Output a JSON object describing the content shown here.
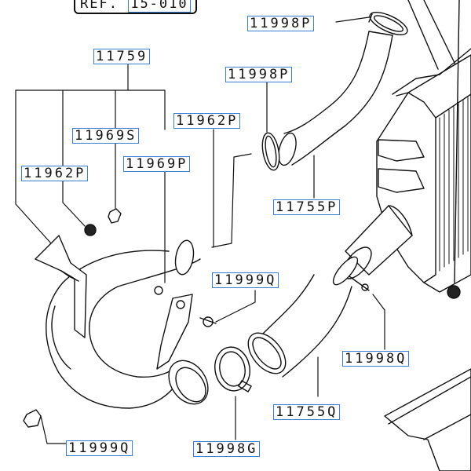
{
  "reference": {
    "prefix": "REF.",
    "code": "15-010"
  },
  "parts": [
    {
      "id": "p1",
      "text": "11998P"
    },
    {
      "id": "p2",
      "text": "11759"
    },
    {
      "id": "p3",
      "text": "11998P"
    },
    {
      "id": "p4",
      "text": "11962P"
    },
    {
      "id": "p5",
      "text": "11969S"
    },
    {
      "id": "p6",
      "text": "11962P"
    },
    {
      "id": "p7",
      "text": "11969P"
    },
    {
      "id": "p8",
      "text": "11755P"
    },
    {
      "id": "p9",
      "text": "11999Q"
    },
    {
      "id": "p10",
      "text": "11998Q"
    },
    {
      "id": "p11",
      "text": "11755Q"
    },
    {
      "id": "p12",
      "text": "11999Q"
    },
    {
      "id": "p13",
      "text": "11998G"
    }
  ],
  "colors": {
    "line": "#111111",
    "label_border": "#3a7fd6",
    "background": "#ffffff"
  }
}
